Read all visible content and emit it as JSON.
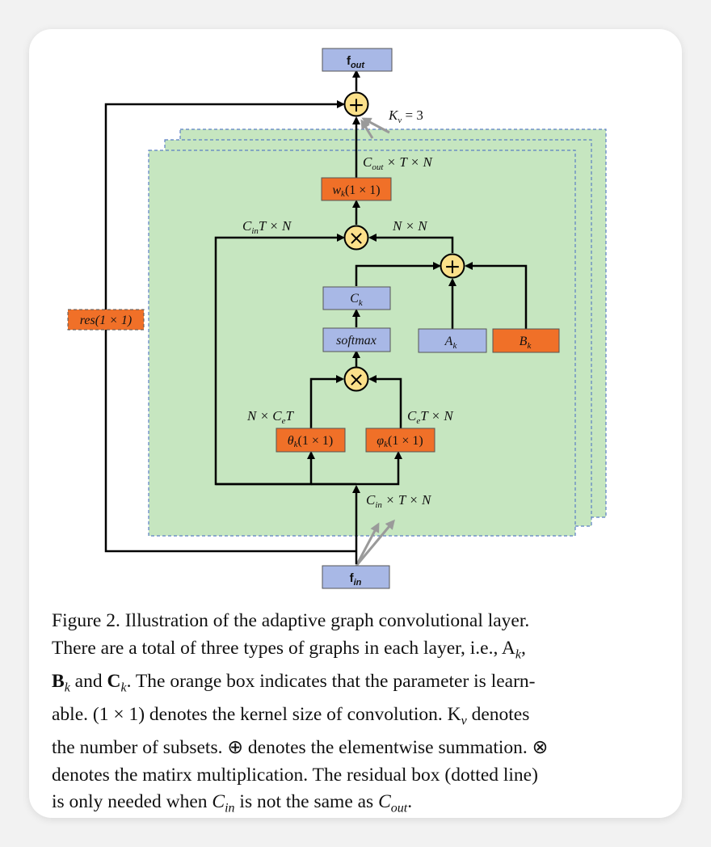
{
  "figure": {
    "f_out": {
      "main": "f",
      "sub": "out"
    },
    "f_in": {
      "main": "f",
      "sub": "in"
    },
    "kv_label": {
      "main": "K",
      "sub": "v",
      "rest": " = 3"
    },
    "cout_tn": {
      "main": "C",
      "sub": "out",
      "rest": " × T × N"
    },
    "wk": {
      "main": "w",
      "sub": "k",
      "rest": "(1 × 1)"
    },
    "cin_tn_left": {
      "main": "C",
      "sub": "in",
      "rest": "T × N"
    },
    "n_x_n": "N × N",
    "ck": {
      "main": "C",
      "sub": "k"
    },
    "softmax": "softmax",
    "ak": {
      "main": "A",
      "sub": "k"
    },
    "bk": {
      "main": "B",
      "sub": "k"
    },
    "res": "res(1 × 1)",
    "n_ce_t": {
      "pre": "N × C",
      "sub": "e",
      "rest": "T"
    },
    "ce_t_n": {
      "main": "C",
      "sub": "e",
      "rest": "T × N"
    },
    "theta": {
      "main": "θ",
      "sub": "k",
      "rest": "(1 × 1)"
    },
    "phi": {
      "main": "φ",
      "sub": "k",
      "rest": "(1 × 1)"
    },
    "cin_tn_bottom": {
      "main": "C",
      "sub": "in",
      "rest": " × T × N"
    },
    "plus_symbol": "+",
    "times_symbol": "×"
  },
  "caption": {
    "line1": "Figure 2. Illustration of the adaptive graph convolutional layer.",
    "line2": "There are a total of three types of graphs in each layer, i.e., A",
    "line2_sub": "k",
    "line2_end": ",",
    "line3_b": "B",
    "line3_b_sub": "k",
    "line3_and": " and ",
    "line3_c": "C",
    "line3_c_sub": "k",
    "line3_rest": ". The orange box indicates that the parameter is learn-",
    "line4": "able. (1 × 1) denotes the kernel size of convolution. K",
    "line4_sub": "v",
    "line4_rest": " denotes",
    "line5": "the number of subsets. ⊕ denotes the elementwise summation. ⊗",
    "line6": "denotes the matirx multiplication. The residual box (dotted line)",
    "line7a": "is only needed when ",
    "line7_cin": "C",
    "line7_cin_sub": "in",
    "line7b": " is not the same as ",
    "line7_cout": "C",
    "line7_cout_sub": "out",
    "line7c": "."
  },
  "colors": {
    "blue_box": "#a8b8e6",
    "orange_box": "#f07028",
    "green_panel": "#c6e6c0",
    "op_circle": "#fbe08a",
    "panel_border": "#5b7fc4"
  }
}
